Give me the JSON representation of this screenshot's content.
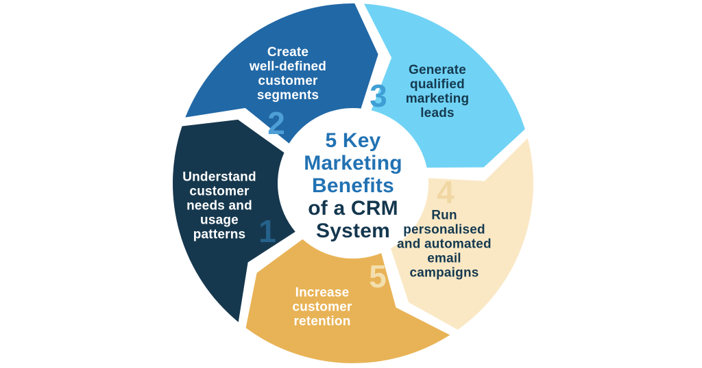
{
  "background": "#FFFFFF",
  "chart_data": {
    "type": "cycle-diagram",
    "title": "5 Key Marketing Benefits of a CRM System",
    "flow": "clockwise",
    "segment_count": 5,
    "center": {
      "title_lines": [
        "5 Key",
        "Marketing",
        "Benefits"
      ],
      "subtitle_lines": [
        "of a CRM",
        "System"
      ],
      "title_color": "#2272B3",
      "subtitle_color": "#14374E"
    },
    "segments": [
      {
        "number": "1",
        "label": "Understand customer needs and usage patterns",
        "label_lines": [
          "Understand",
          "customer",
          "needs and",
          "usage",
          "patterns"
        ],
        "color": "#16384E",
        "number_color": "#25628B",
        "text_color": "#FFFFFF"
      },
      {
        "number": "2",
        "label": "Create well-defined customer segments",
        "label_lines": [
          "Create",
          "well-defined",
          "customer",
          "segments"
        ],
        "color": "#2168A6",
        "number_color": "#4D9FD6",
        "text_color": "#FFFFFF"
      },
      {
        "number": "3",
        "label": "Generate qualified marketing leads",
        "label_lines": [
          "Generate",
          "qualified",
          "marketing",
          "leads"
        ],
        "color": "#70D3F5",
        "number_color": "#3F9FD4",
        "text_color": "#15394F"
      },
      {
        "number": "4",
        "label": "Run personalised and automated email campaigns",
        "label_lines": [
          "Run",
          "personalised",
          "and automated",
          "email",
          "campaigns"
        ],
        "color": "#FAE8C5",
        "number_color": "#F0D7A3",
        "text_color": "#15394F"
      },
      {
        "number": "5",
        "label": "Increase customer retention",
        "label_lines": [
          "Increase",
          "customer",
          "retention"
        ],
        "color": "#E8B356",
        "number_color": "#F3DFAE",
        "text_color": "#FFFFFF"
      }
    ]
  }
}
